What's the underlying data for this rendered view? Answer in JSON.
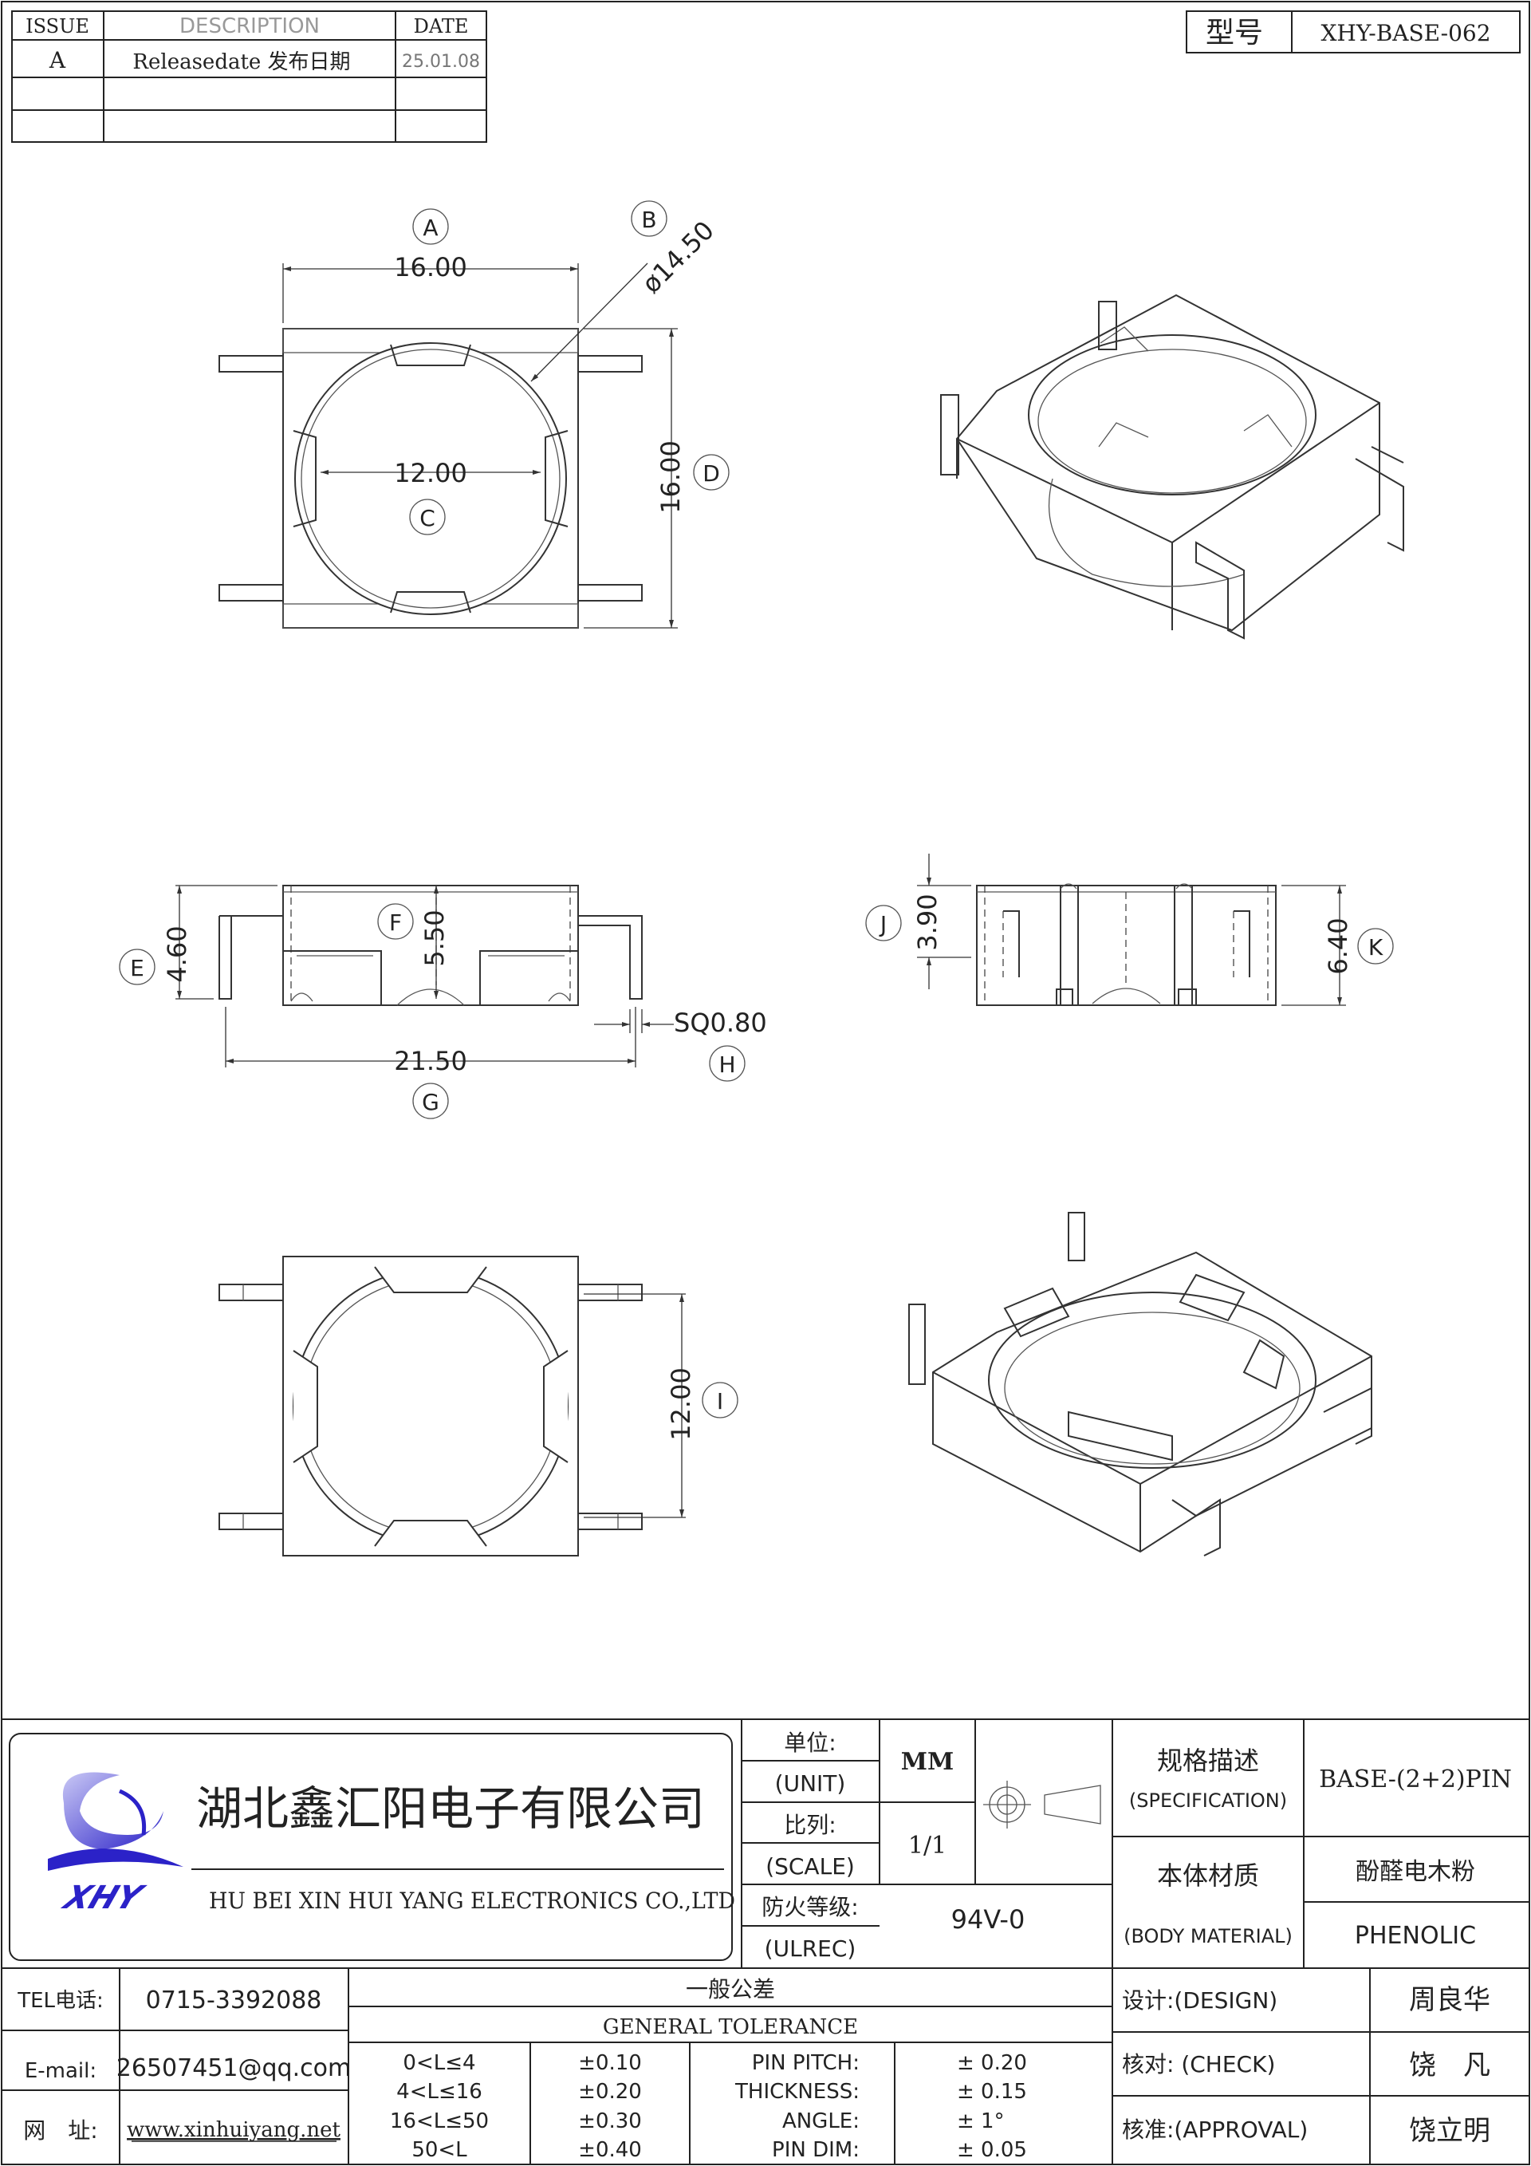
{
  "revision_table": {
    "headers": {
      "issue": "ISSUE",
      "description": "DESCRIPTION",
      "date": "DATE"
    },
    "rows": [
      {
        "issue": "A",
        "description": "Releasedate 发布日期",
        "date": "25.01.08"
      }
    ]
  },
  "model": {
    "label": "型号",
    "value": "XHY-BASE-062"
  },
  "drawing": {
    "views": [
      "top",
      "iso-top",
      "front",
      "side",
      "bottom",
      "iso-bottom"
    ],
    "dimensions": {
      "A": "16.00",
      "B": "ø14.50",
      "C": "12.00",
      "D": "16.00",
      "E": "4.60",
      "F": "5.50",
      "G": "21.50",
      "H": "SQ0.80",
      "I": "12.00",
      "J": "3.90",
      "K": "6.40"
    }
  },
  "title_block": {
    "company_cn": "湖北鑫汇阳电子有限公司",
    "company_en": "HU BEI XIN HUI YANG ELECTRONICS CO.,LTD",
    "logo_text": "XHY",
    "unit_label_cn": "单位:",
    "unit_label_en": "(UNIT)",
    "unit_value": "MM",
    "scale_label_cn": "比列:",
    "scale_label_en": "(SCALE)",
    "scale_value": "1/1",
    "fire_label_cn": "防火等级:",
    "fire_label_en": "(ULREC)",
    "fire_value": "94V-0",
    "spec_label_cn": "规格描述",
    "spec_label_en": "(SPECIFICATION)",
    "spec_value": "BASE-(2+2)PIN",
    "material_label_cn": "本体材质",
    "material_label_en": "(BODY MATERIAL)",
    "material_value_cn": "酚醛电木粉",
    "material_value_en": "PHENOLIC",
    "tel_label": "TEL电话:",
    "tel_value": "0715-3392088",
    "email_label": "E-mail:",
    "email_value": "26507451@qq.com",
    "web_label": "网　址:",
    "web_value": "www.xinhuiyang.net",
    "tolerance_title_cn": "一般公差",
    "tolerance_title_en": "GENERAL TOLERANCE",
    "tolerance_rows": [
      {
        "range": "0<L≤4",
        "tol": "±0.10",
        "item": "PIN PITCH:",
        "value": "±  0.20"
      },
      {
        "range": "4<L≤16",
        "tol": "±0.20",
        "item": "THICKNESS:",
        "value": "±  0.15"
      },
      {
        "range": "16<L≤50",
        "tol": "±0.30",
        "item": "ANGLE:",
        "value": "±  1°"
      },
      {
        "range": "50<L",
        "tol": "±0.40",
        "item": "PIN DIM:",
        "value": "±  0.05"
      }
    ],
    "design_label": "设计:(DESIGN)",
    "design_name": "周良华",
    "check_label": "核对: (CHECK)",
    "check_name": "饶　凡",
    "approval_label": "核准:(APPROVAL)",
    "approval_name": "饶立明"
  }
}
